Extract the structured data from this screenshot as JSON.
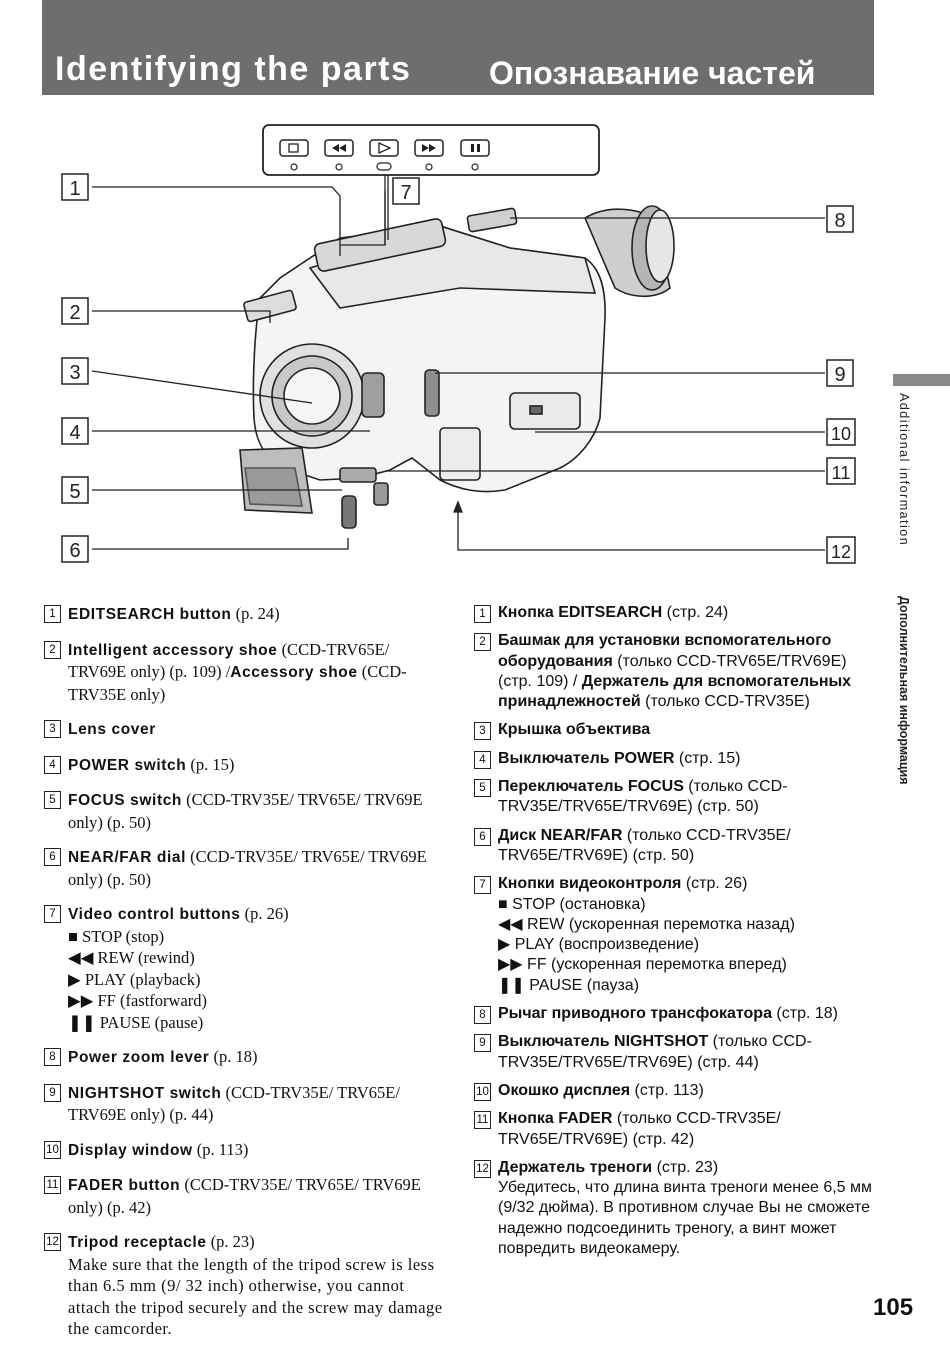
{
  "header": {
    "title_en": "Identifying the parts",
    "title_ru": "Опознавание частей"
  },
  "side": {
    "en": "Additional information",
    "ru": "Дополнительная информация"
  },
  "figure": {
    "callouts": [
      "1",
      "2",
      "3",
      "4",
      "5",
      "6",
      "7",
      "8",
      "9",
      "10",
      "11",
      "12"
    ],
    "control_icons": [
      "stop-icon",
      "rewind-icon",
      "play-icon",
      "fastforward-icon",
      "pause-icon"
    ]
  },
  "en_items": [
    {
      "num": "1",
      "name": "EDITSEARCH button",
      "rest": " (p. 24)"
    },
    {
      "num": "2",
      "name": "Intelligent accessory shoe",
      "rest": " (CCD-TRV65E/ TRV69E only) (p. 109) /",
      "name2": "Accessory shoe",
      "rest2": " (CCD-TRV35E only)"
    },
    {
      "num": "3",
      "name": "Lens cover",
      "rest": ""
    },
    {
      "num": "4",
      "name": "POWER switch",
      "rest": " (p. 15)"
    },
    {
      "num": "5",
      "name": "FOCUS switch",
      "rest": " (CCD-TRV35E/ TRV65E/ TRV69E only) (p. 50)"
    },
    {
      "num": "6",
      "name": "NEAR/FAR dial",
      "rest": " (CCD-TRV35E/ TRV65E/ TRV69E only) (p. 50)"
    },
    {
      "num": "7",
      "name": "Video control buttons",
      "rest": " (p. 26)",
      "subs": [
        "■ STOP (stop)",
        "◀◀ REW (rewind)",
        "▶ PLAY (playback)",
        "▶▶ FF (fastforward)",
        "❚❚ PAUSE (pause)"
      ]
    },
    {
      "num": "8",
      "name": "Power zoom lever",
      "rest": " (p. 18)"
    },
    {
      "num": "9",
      "name": "NIGHTSHOT switch",
      "rest": " (CCD-TRV35E/ TRV65E/ TRV69E only) (p. 44)"
    },
    {
      "num": "10",
      "name": "Display window",
      "rest": " (p. 113)"
    },
    {
      "num": "11",
      "name": "FADER button",
      "rest": " (CCD-TRV35E/ TRV65E/ TRV69E only) (p. 42)"
    },
    {
      "num": "12",
      "name": "Tripod receptacle",
      "rest": " (p. 23)",
      "desc": "Make sure that the length of the tripod screw is less than 6.5 mm (9/ 32 inch) otherwise, you cannot attach the tripod securely and the screw may damage the camcorder."
    }
  ],
  "ru_items": [
    {
      "num": "1",
      "name": "Кнопка EDITSEARCH",
      "rest": " (стр. 24)"
    },
    {
      "num": "2",
      "name": "Башмак для установки вспомогательного оборудования",
      "rest": " (только CCD-TRV65E/TRV69E) (стр. 109) /",
      "name2": " Держатель для вспомогательных принадлежностей",
      "rest2": " (только CCD-TRV35E)"
    },
    {
      "num": "3",
      "name": "Крышка объектива",
      "rest": ""
    },
    {
      "num": "4",
      "name": "Выключатель POWER",
      "rest": " (стр. 15)"
    },
    {
      "num": "5",
      "name": "Переключатель FOCUS",
      "rest": " (только CCD-TRV35E/TRV65E/TRV69E) (стр. 50)"
    },
    {
      "num": "6",
      "name": "Диск NEAR/FAR",
      "rest": " (только CCD-TRV35E/ TRV65E/TRV69E) (стр. 50)"
    },
    {
      "num": "7",
      "name": "Кнопки видеоконтроля",
      "rest": " (стр. 26)",
      "subs": [
        "■ STOP (остановка)",
        "◀◀ REW (ускоренная перемотка назад)",
        "▶ PLAY (воспроизведение)",
        "▶▶ FF (ускоренная перемотка вперед)",
        "❚❚ PAUSE (пауза)"
      ]
    },
    {
      "num": "8",
      "name": "Рычаг приводного трансфокатора",
      "rest": " (стр. 18)"
    },
    {
      "num": "9",
      "name": "Выключатель NIGHTSHOT",
      "rest": " (только CCD-TRV35E/TRV65E/TRV69E) (стр. 44)"
    },
    {
      "num": "10",
      "name": "Окошко дисплея",
      "rest": " (стр. 113)"
    },
    {
      "num": "11",
      "name": "Кнопка FADER",
      "rest": " (только CCD-TRV35E/ TRV65E/TRV69E) (стр. 42)"
    },
    {
      "num": "12",
      "name": "Держатель треноги",
      "rest": " (стр. 23)",
      "desc": "Убедитесь, что длина винта треноги менее 6,5 мм (9/32 дюйма). В противном случае Вы не сможете надежно подсоединить треногу, а винт может повредить видеокамеру."
    }
  ],
  "page_number": "105"
}
